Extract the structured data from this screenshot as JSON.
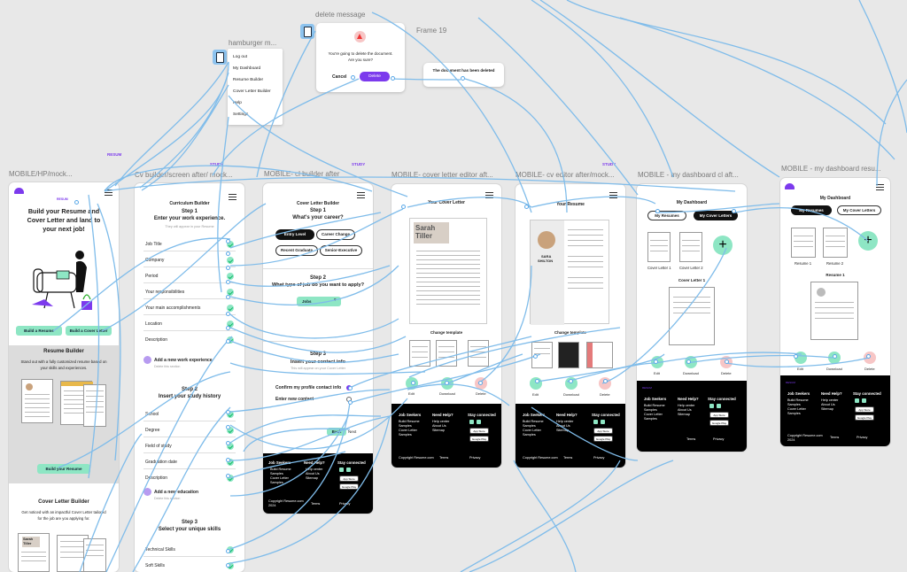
{
  "frame_labels": {
    "hamburger": "hamburger m...",
    "delete": "delete message",
    "frame19": "Frame 19",
    "hp": "MOBILE/HP/mock...",
    "cv_builder": "Cv builder/screen after/ mock...",
    "cl_builder": "MOBILE- cl builder after",
    "cl_editor": "MOBILE- cover letter editor aft...",
    "cv_editor": "MOBILE- cv editor after/mock...",
    "dash_cl": "MOBILE - my dashboard cl aft...",
    "dash_resume": "MOBILE - my dashboard resu..."
  },
  "tags": {
    "resume": "RESUM",
    "study1": "STUDY",
    "study2": "STUDY",
    "study3": "STUDY",
    "logo": "RESUM"
  },
  "hamburger_menu": [
    "Log out",
    "My Dashboard",
    "Resume Builder",
    "Cover Letter Builder",
    "Help",
    "Settings"
  ],
  "delete_dialog": {
    "text1": "You're going to delete the document.",
    "text2": "Are you sure?",
    "cancel": "Cancel",
    "delete": "Delete"
  },
  "deleted_popup": {
    "text": "The document has been deleted"
  },
  "hp": {
    "headline1": "Build your Resume and",
    "headline2": "Cover Letter and land to",
    "headline3": "your next job!",
    "build_resume": "Build a Resume",
    "build_cover": "Build a Cover Letter",
    "rb_title": "Resume Builder",
    "rb_text1": "Stand out with a fully customized resume based on",
    "rb_text2": "your skills and experiences.",
    "build_your_resume": "Build your Resume",
    "clb_title": "Cover Letter Builder",
    "clb_text1": "Get noticed with an impactful Cover Letter tailored",
    "clb_text2": "for the job are you applying for.",
    "sarah": "Sarah",
    "tiller": "Tiller"
  },
  "cv_builder": {
    "title": "Curriculum Builder",
    "step1": "Step 1",
    "step1_sub": "Enter your work experience.",
    "step1_hint": "They will appear in your Resume",
    "fields1": [
      "Job Title",
      "Company",
      "Period",
      "Your responsibilities",
      "Your main accomplishments",
      "Location",
      "Description"
    ],
    "add_work": "Add a new work experience",
    "delete_section": "Delete this section",
    "step2": "Step 2",
    "step2_sub": "Insert your study history",
    "fields2": [
      "School",
      "Degree",
      "Field of study",
      "Graduation date",
      "Description"
    ],
    "add_edu": "Add a new education",
    "delete_section2": "Delete this section",
    "step3": "Step 3",
    "step3_sub": "Select your unique skills",
    "fields3": [
      "Technical Skills",
      "Soft Skills"
    ]
  },
  "cl_builder": {
    "title": "Cover Letter Builder",
    "step1": "Step 1",
    "step1_sub": "What's your career?",
    "opts": [
      "Entry Level",
      "Career Change",
      "Recent Graduate",
      "Senior-Executive"
    ],
    "step2": "Step 2",
    "step2_sub": "What type of job do you want to apply?",
    "jobs": "Jobs",
    "step3": "Step 3",
    "step3_sub": "Insert your contact info",
    "step3_hint": "This will appear on your Cover Letter",
    "confirm": "Confirm my profile contact info",
    "enter_new": "Enter new contact",
    "back": "Back",
    "next": "Next"
  },
  "cl_editor": {
    "title": "Your Cover Letter",
    "name1": "Sarah",
    "name2": "Tiller",
    "change": "Change template",
    "actions": [
      "Edit",
      "Download",
      "Delete"
    ]
  },
  "cv_editor": {
    "title": "Your Resume",
    "name1": "SARA",
    "name2": "SHILTON",
    "change": "Change template",
    "actions": [
      "Edit",
      "Download",
      "Delete"
    ]
  },
  "dash_cl": {
    "title": "My Dashboard",
    "tab1": "My Resumes",
    "tab2": "My Cover Letters",
    "card1": "Cover Letter 1",
    "card2": "Cover Letter 2",
    "detail": "Cover Letter 1",
    "actions": [
      "Edit",
      "Download",
      "Delete"
    ]
  },
  "dash_resume": {
    "title": "My Dashboard",
    "tab1": "My Resumes",
    "tab2": "My Cover Letters",
    "card1": "Resume 1",
    "card2": "Resume 2",
    "detail": "Resume 1",
    "actions": [
      "Edit",
      "Download",
      "Delete"
    ]
  },
  "footer": {
    "logo": "RESUM",
    "col1": "Job Seekers",
    "col1_items": [
      "Build Resume",
      "Samples",
      "Cover Letter",
      "Samples"
    ],
    "col2": "Need Help?",
    "col2_items": [
      "Help center",
      "About Us",
      "Sitemap"
    ],
    "col3": "Stay connected",
    "app_store": "App Store",
    "google_play": "Google Play",
    "copyright": "Copyright Resume.com",
    "year": "2024",
    "terms": "Terms",
    "privacy": "Privacy"
  },
  "colors": {
    "accent": "#8ee6c4",
    "brand": "#7c3aed",
    "wire": "#7fbcea",
    "canvas": "#e8e8e8"
  }
}
